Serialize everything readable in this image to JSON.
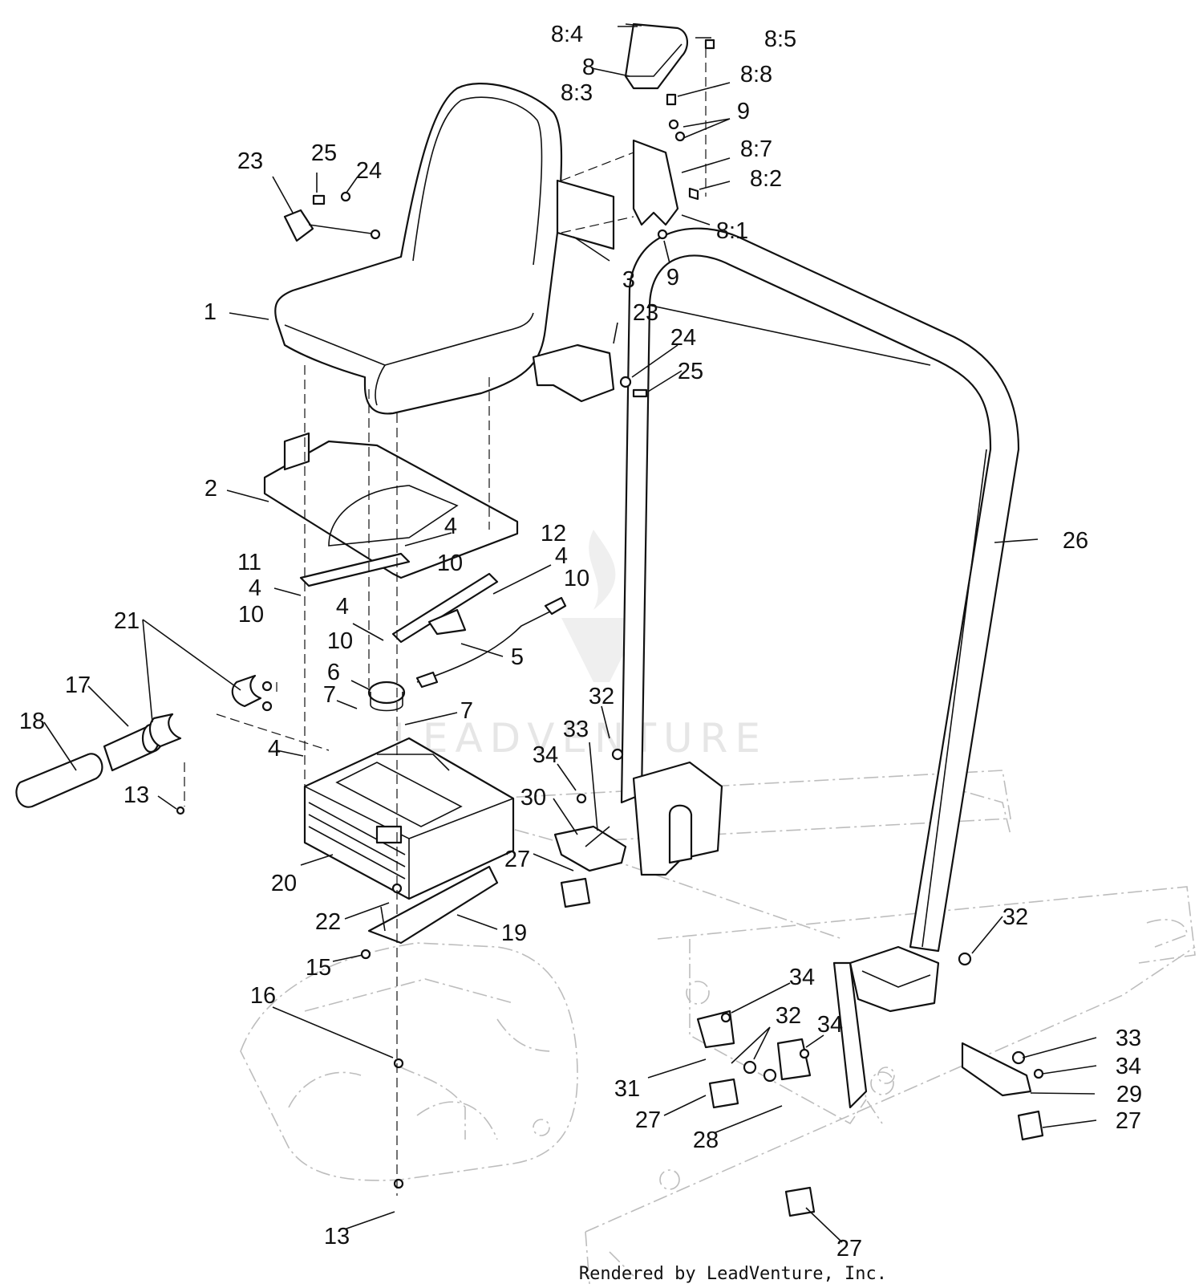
{
  "watermark": "LEADVENTURE",
  "footer": "Rendered by LeadVenture, Inc.",
  "labels": {
    "l1": "1",
    "l2": "2",
    "l3": "3",
    "l4a": "4",
    "l4b": "4",
    "l4c": "4",
    "l4d": "4",
    "l4e": "4",
    "l5": "5",
    "l6": "6",
    "l7a": "7",
    "l7b": "7",
    "l8": "8",
    "l8_1": "8:1",
    "l8_2": "8:2",
    "l8_3": "8:3",
    "l8_4": "8:4",
    "l8_5": "8:5",
    "l8_7": "8:7",
    "l8_8": "8:8",
    "l9a": "9",
    "l9b": "9",
    "l10a": "10",
    "l10b": "10",
    "l10c": "10",
    "l10d": "10",
    "l11": "11",
    "l12": "12",
    "l13a": "13",
    "l13b": "13",
    "l15": "15",
    "l16": "16",
    "l17": "17",
    "l18": "18",
    "l19": "19",
    "l20": "20",
    "l21": "21",
    "l22": "22",
    "l23a": "23",
    "l23b": "23",
    "l24a": "24",
    "l24b": "24",
    "l25a": "25",
    "l25b": "25",
    "l26": "26",
    "l27a": "27",
    "l27b": "27",
    "l27c": "27",
    "l27d": "27",
    "l28": "28",
    "l29": "29",
    "l30": "30",
    "l31": "31",
    "l32a": "32",
    "l32b": "32",
    "l32c": "32",
    "l33a": "33",
    "l33b": "33",
    "l34a": "34",
    "l34b": "34",
    "l34c": "34",
    "l34d": "34"
  }
}
